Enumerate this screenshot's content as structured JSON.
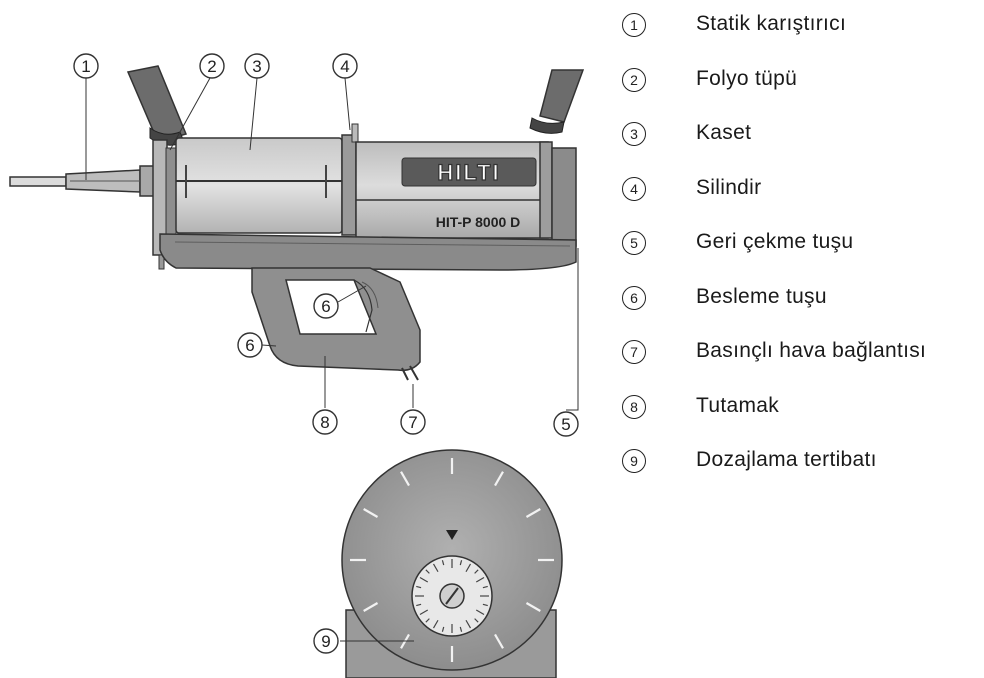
{
  "device": {
    "brand": "HILTI",
    "model": "HIT-P 8000 D"
  },
  "callouts": {
    "c1": "1",
    "c2": "2",
    "c3": "3",
    "c4": "4",
    "c5": "5",
    "c6a": "6",
    "c6b": "6",
    "c7": "7",
    "c8": "8",
    "c9": "9"
  },
  "legend": [
    {
      "num": "1",
      "label": "Statik karıştırıcı"
    },
    {
      "num": "2",
      "label": "Folyo tüpü"
    },
    {
      "num": "3",
      "label": "Kaset"
    },
    {
      "num": "4",
      "label": "Silindir"
    },
    {
      "num": "5",
      "label": "Geri çekme tuşu"
    },
    {
      "num": "6",
      "label": "Besleme tuşu"
    },
    {
      "num": "7",
      "label": "Basınçlı hava bağlantısı"
    },
    {
      "num": "8",
      "label": "Tutamak"
    },
    {
      "num": "9",
      "label": "Dozajlama tertibatı"
    }
  ]
}
